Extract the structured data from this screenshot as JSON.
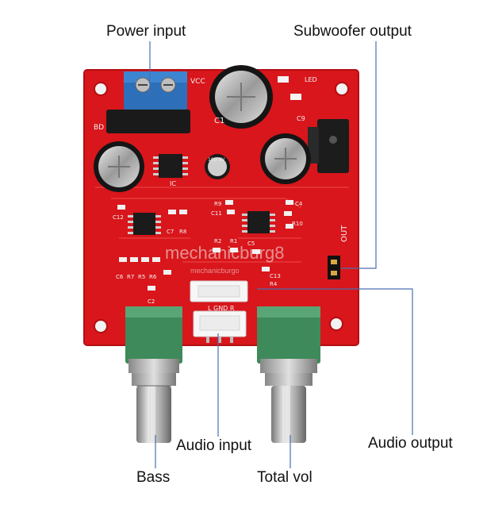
{
  "callouts": {
    "power_input": "Power input",
    "subwoofer_output": "Subwoofer output",
    "audio_input": "Audio input",
    "audio_output": "Audio output",
    "bass": "Bass",
    "total_vol": "Total vol"
  },
  "silkscreen": {
    "vcc": "VCC",
    "led": "LED",
    "bd": "BD",
    "ic": "IC",
    "out": "OUT",
    "c9": "C9",
    "c12": "C12",
    "c7": "C7",
    "r8": "R8",
    "r9": "R9",
    "c4": "C4",
    "c11": "C11",
    "r10": "R10",
    "c6": "C6",
    "r7": "R7",
    "r5": "R5",
    "r6": "R6",
    "c2": "C2",
    "r2": "R2",
    "r1": "R1",
    "c5": "C5",
    "c13": "C13",
    "r4": "R4",
    "lgndr": "L GND R",
    "cap_main": "C1",
    "cap_small": "100 6V"
  },
  "watermark": {
    "main": "mechanicburg8",
    "sub": "mechanicburgo"
  },
  "colors": {
    "pcb": "#d8161b",
    "text": "#111111",
    "pot_green": "#3f8a5a",
    "leader_line": "#4a6fb0"
  }
}
